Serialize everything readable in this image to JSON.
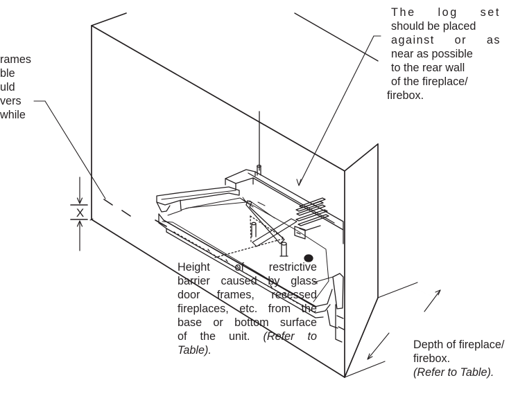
{
  "labels": {
    "left_note": [
      "rames",
      "ble",
      "uld",
      "vers",
      "while"
    ],
    "x_marker": "X",
    "log_set_note": [
      "The log set",
      "should be placed",
      "against or as",
      "near as possible",
      "to the rear wall",
      "of the fireplace/",
      "firebox."
    ],
    "height_note": {
      "lines": [
        "Height of restrictive",
        "barrier caused by glass",
        "door frames, recessed",
        "fireplaces, etc. from the",
        "base or bottom surface"
      ],
      "last_line_prefix": "of the unit.",
      "last_line_italic": "(Refer to",
      "italic_end": "Table)."
    },
    "depth_note": {
      "lines": [
        "Depth of fireplace/",
        "firebox."
      ],
      "italic_line": "(Refer to Table)."
    }
  }
}
